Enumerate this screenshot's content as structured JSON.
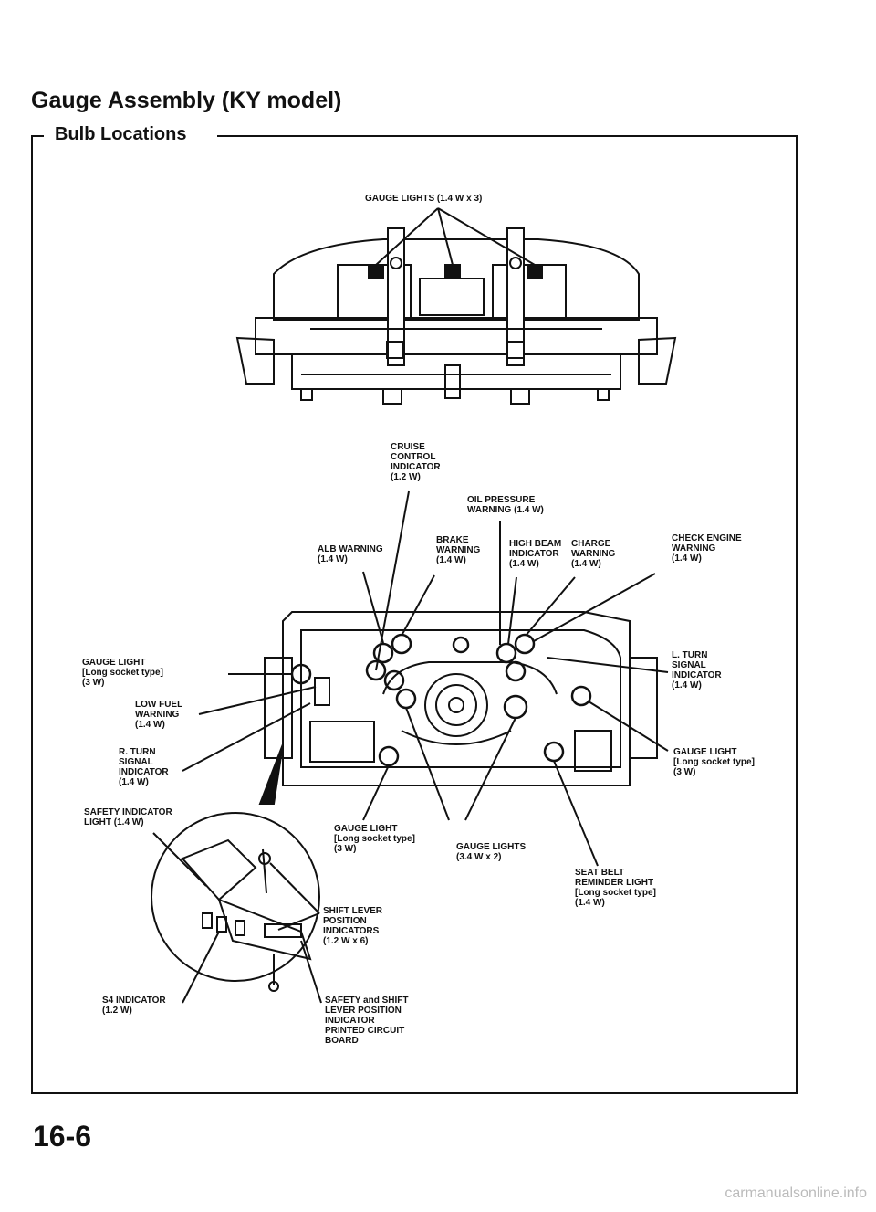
{
  "title": "Gauge Assembly (KY model)",
  "section": "Bulb Locations",
  "page_number": "16-6",
  "footer": "carmanualsonline.info",
  "labels": {
    "gauge_lights_top": "GAUGE LIGHTS (1.4 W x 3)",
    "cruise": "CRUISE\nCONTROL\nINDICATOR\n(1.2 W)",
    "oil": "OIL PRESSURE\nWARNING (1.4 W)",
    "alb": "ALB WARNING\n(1.4 W)",
    "brake": "BRAKE\nWARNING\n(1.4 W)",
    "high_beam": "HIGH BEAM\nINDICATOR\n(1.4 W)",
    "charge": "CHARGE\nWARNING\n(1.4 W)",
    "check_engine": "CHECK ENGINE\nWARNING\n(1.4 W)",
    "gauge_light_left": "GAUGE LIGHT\n[Long socket type]\n(3 W)",
    "low_fuel": "LOW FUEL\nWARNING\n(1.4 W)",
    "r_turn": "R. TURN\nSIGNAL\nINDICATOR\n(1.4 W)",
    "l_turn": "L. TURN\nSIGNAL\nINDICATOR\n(1.4 W)",
    "gauge_light_right": "GAUGE LIGHT\n[Long socket type]\n(3 W)",
    "safety": "SAFETY INDICATOR\nLIGHT (1.4 W)",
    "gauge_light_center": "GAUGE LIGHT\n[Long socket type]\n(3 W)",
    "gauge_lights_center": "GAUGE LIGHTS\n(3.4 W x 2)",
    "seat_belt": "SEAT BELT\nREMINDER LIGHT\n[Long socket type]\n(1.4 W)",
    "shift_lever": "SHIFT LEVER\nPOSITION\nINDICATORS\n(1.2 W x 6)",
    "s4": "S4 INDICATOR\n(1.2 W)",
    "safety_board": "SAFETY and SHIFT\nLEVER POSITION\nINDICATOR\nPRINTED CIRCUIT\nBOARD"
  }
}
